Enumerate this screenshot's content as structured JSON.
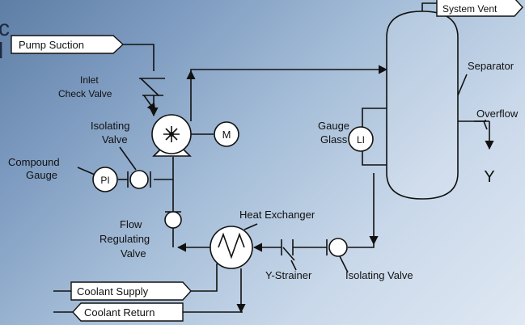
{
  "background": {
    "colors": [
      "#5f7ea5",
      "#a7bfd9",
      "#dfe8f3"
    ],
    "corner_text": "c\nl"
  },
  "flags": {
    "pump_suction": "Pump Suction",
    "system_vent": "System Vent",
    "coolant_supply": "Coolant Supply",
    "coolant_return": "Coolant Return"
  },
  "labels": {
    "inlet_check_valve": [
      "Inlet",
      "Check Valve"
    ],
    "isolating_valve_left": [
      "Isolating",
      "Valve"
    ],
    "compound_gauge": [
      "Compound",
      "Gauge"
    ],
    "flow_regulating_valve": [
      "Flow",
      "Regulating",
      "Valve"
    ],
    "heat_exchanger": "Heat Exchanger",
    "gauge_glass": [
      "Gauge",
      "Glass"
    ],
    "separator": "Separator",
    "overflow": "Overflow",
    "y_strainer": "Y-Strainer",
    "isolating_valve_right": "Isolating Valve"
  },
  "symbols": {
    "motor": "M",
    "pressure_indicator": "PI",
    "level_indicator": "LI",
    "overflow_end": "Y"
  },
  "icons": {
    "pump": "centrifugal-pump-icon",
    "motor": "motor-icon",
    "heat_exchanger": "heat-exchanger-icon",
    "separator": "separator-vessel-icon"
  }
}
